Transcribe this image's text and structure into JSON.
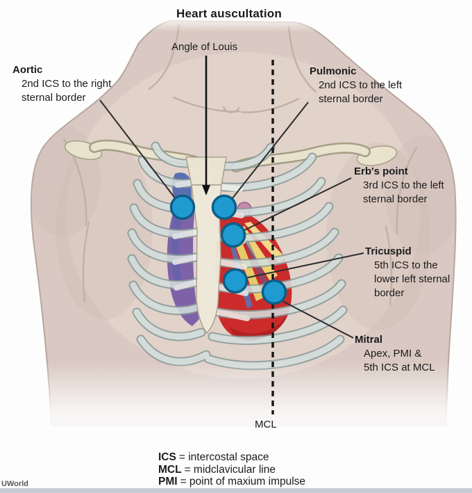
{
  "title": "Heart auscultation",
  "annotations": {
    "angle_of_louis": {
      "label": "Angle of Louis"
    },
    "aortic": {
      "name": "Aortic",
      "line1": "2nd ICS to the right",
      "line2": "sternal border"
    },
    "pulmonic": {
      "name": "Pulmonic",
      "line1": "2nd ICS to the left",
      "line2": "sternal border"
    },
    "erbs_point": {
      "name": "Erb's point",
      "line1": "3rd ICS to the left",
      "line2": "sternal border"
    },
    "tricuspid": {
      "name": "Tricuspid",
      "line1": "5th ICS to the",
      "line2": "lower left sternal",
      "line3": "border"
    },
    "mitral": {
      "name": "Mitral",
      "line1": "Apex, PMI &",
      "line2": "5th ICS at MCL"
    },
    "mcl_line_label": "MCL"
  },
  "legend": [
    {
      "abbr": "ICS",
      "rest": "= intercostal space"
    },
    {
      "abbr": "MCL",
      "rest": "= midclavicular line"
    },
    {
      "abbr": "PMI",
      "rest": "= point of maxium impulse"
    }
  ],
  "watermark": "UWorld",
  "colors": {
    "marker_fill": "#1f9bd1",
    "marker_border": "#0d5e87",
    "heart_red": "#cb2b2b",
    "heart_purple": "#7e62a8",
    "heart_yellow": "#ecd276",
    "pulmonary_pink": "#c78aab",
    "skin": "#d9c9c2",
    "rib": "#d3dedd",
    "bone": "#e9e2cc",
    "mcl_line": "#151515",
    "bottom_bar": "#c7ccd7"
  }
}
